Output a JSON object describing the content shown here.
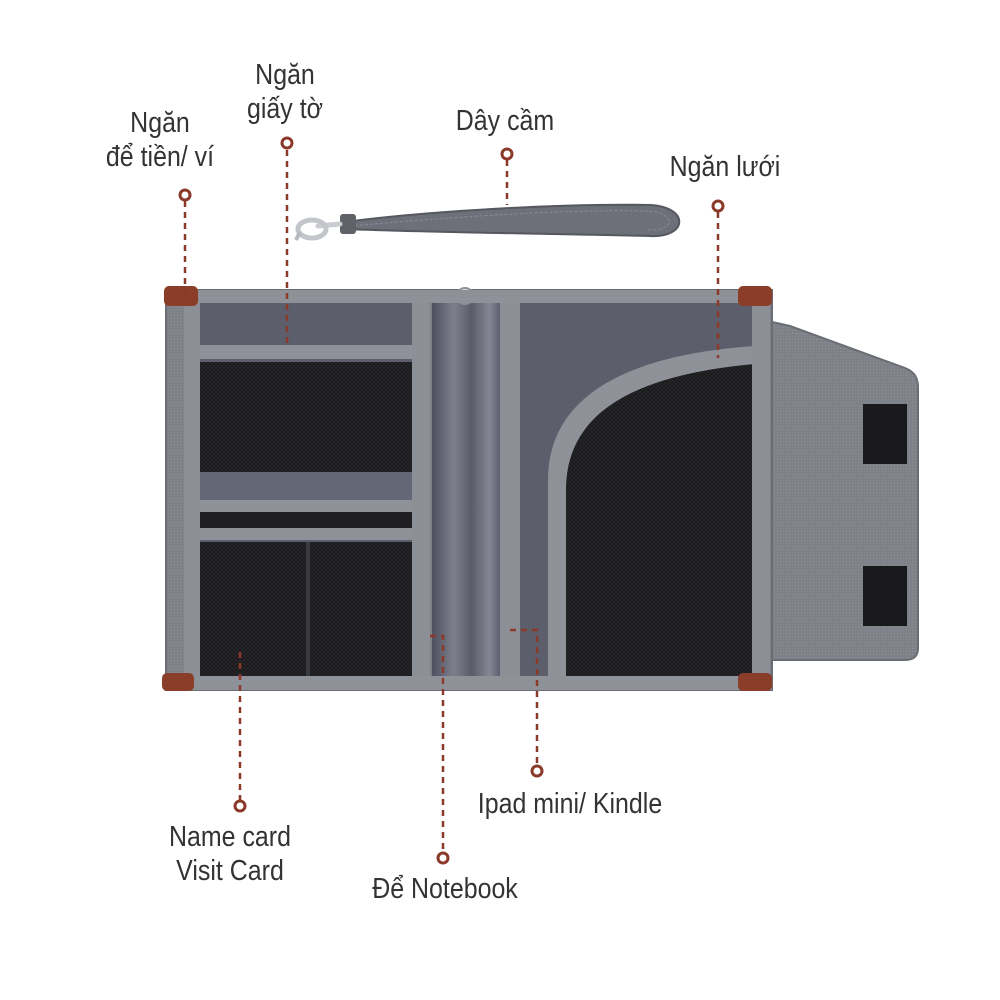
{
  "labels": {
    "money": [
      "Ngăn",
      "để tiền/ ví"
    ],
    "papers": [
      "Ngăn",
      "giấy tờ"
    ],
    "strap": "Dây cầm",
    "mesh": "Ngăn lưới",
    "namecard": [
      "Name card",
      "Visit Card"
    ],
    "notebook": "Để Notebook",
    "ipad": "Ipad mini/ Kindle"
  },
  "colors": {
    "leader": "#8b3a2a",
    "fabric": "#7c7f86",
    "lining": "#5d5f6b",
    "mesh": "#1b1b1d",
    "leather": "#8a3d28",
    "text": "#333333"
  }
}
